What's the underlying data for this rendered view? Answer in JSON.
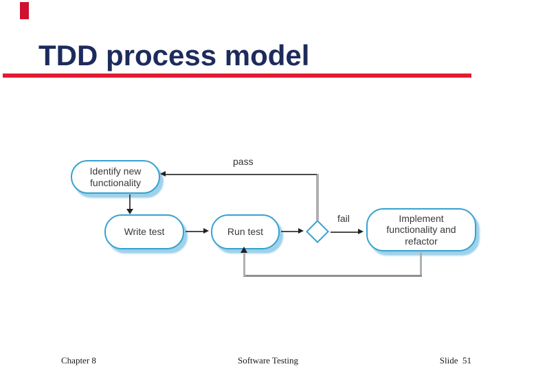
{
  "slide": {
    "title": "TDD process model",
    "title_color": "#1d2b5c",
    "accent_rule_color": "#e31b33",
    "corner_mark_color": "#d01030"
  },
  "diagram": {
    "node_border_color": "#35a2d0",
    "node_shadow_color": "#9ed1ea",
    "connector_color": "#4a4a4a",
    "loop_connector_color": "#b0b0b0",
    "nodes": {
      "identify": {
        "label": "Identify new\nfunctionality"
      },
      "write": {
        "label": "Write test"
      },
      "run": {
        "label": "Run test"
      },
      "decision": {
        "shape": "diamond"
      },
      "implement": {
        "label": "Implement\nfunctionality and\nrefactor"
      }
    },
    "edge_labels": {
      "pass": "pass",
      "fail": "fail"
    }
  },
  "footer": {
    "chapter": "Chapter 8",
    "center": "Software Testing",
    "slide_number": "Slide  51"
  }
}
